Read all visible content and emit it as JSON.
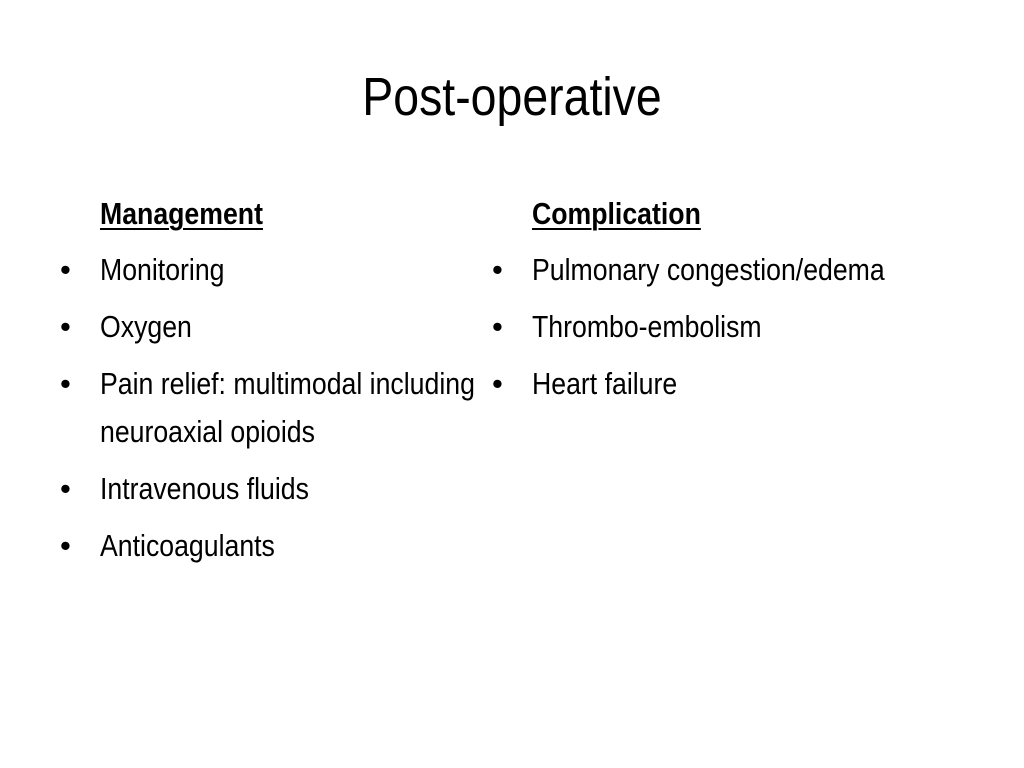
{
  "slide": {
    "title": "Post-operative",
    "columns": [
      {
        "heading": "Management",
        "items": [
          "Monitoring",
          "Oxygen",
          "Pain relief: multimodal including neuroaxial opioids",
          "Intravenous fluids",
          "Anticoagulants"
        ]
      },
      {
        "heading": "Complication",
        "items": [
          "Pulmonary congestion/edema",
          "Thrombo-embolism",
          "Heart failure"
        ]
      }
    ],
    "bullet_symbol": "•"
  }
}
